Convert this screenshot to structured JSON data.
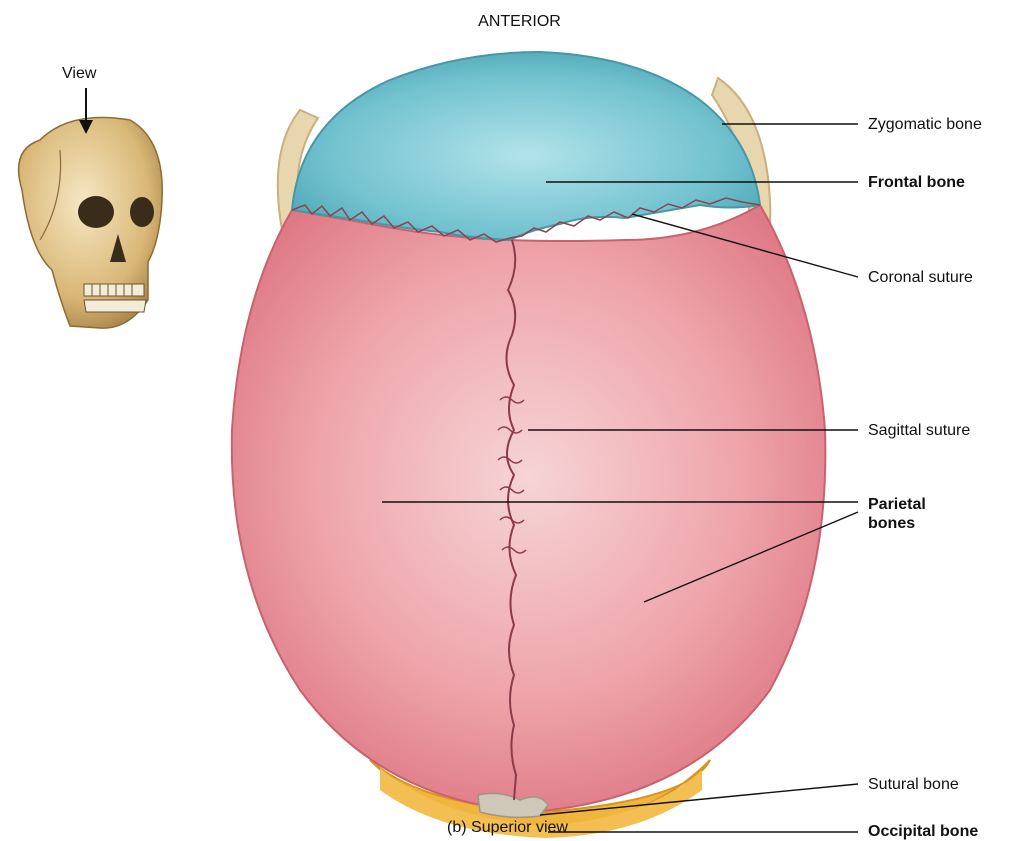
{
  "header": {
    "orientation_label": "ANTERIOR"
  },
  "inset": {
    "view_label": "View"
  },
  "labels": {
    "zygomatic": "Zygomatic bone",
    "frontal": "Frontal bone",
    "coronal": "Coronal suture",
    "sagittal": "Sagittal suture",
    "parietal_line1": "Parietal",
    "parietal_line2": "bones",
    "sutural": "Sutural bone",
    "occipital": "Occipital bone"
  },
  "caption": "(b) Superior view",
  "colors": {
    "frontal": "#6cbfcc",
    "parietal": "#e88f98",
    "occipital": "#f0b53c",
    "zygomatic": "#e8d6ae",
    "skull_inset": "#e2c48a",
    "leader_line": "#111111"
  }
}
